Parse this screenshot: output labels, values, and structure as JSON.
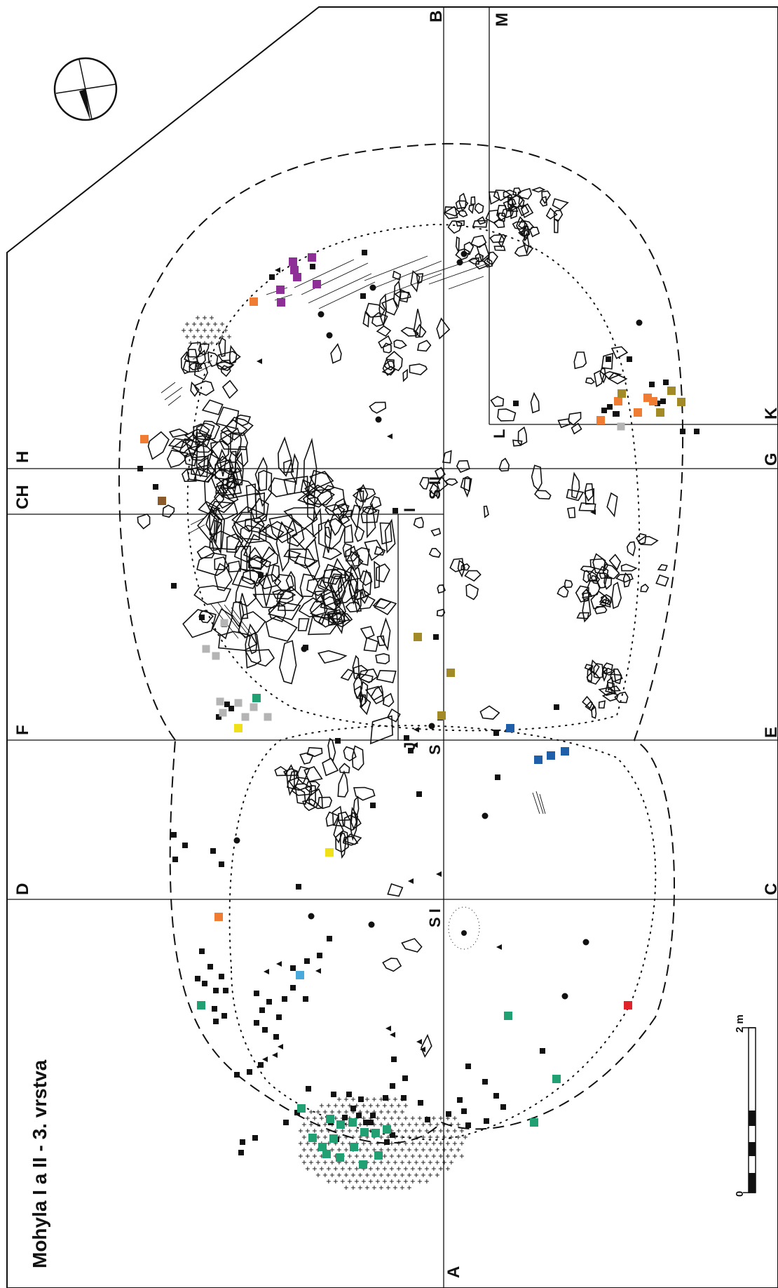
{
  "title": "Mohyla I a II - 3. vrstva",
  "scale_bar": {
    "label": "2 m",
    "zero": "0"
  },
  "grid_labels": {
    "A": "A",
    "B": "B",
    "C": "C",
    "D": "D",
    "E": "E",
    "F": "F",
    "G": "G",
    "H": "H",
    "CH": "CH",
    "K": "K",
    "L": "L",
    "M": "M",
    "I": "I",
    "J": "J",
    "S": "S",
    "SI": "S I",
    "SII": "S II"
  },
  "colors": {
    "purple": "#8e2f98",
    "orange": "#f07b32",
    "olive": "#a28a27",
    "green": "#21a074",
    "blue": "#1f5ea8",
    "lightblue": "#49a8dc",
    "grey": "#b4b4b4",
    "yellow": "#f0e019",
    "brown": "#8b5a2b",
    "red": "#e22229",
    "black": "#111111"
  },
  "icons": {
    "north_arrow": "north-arrow-icon"
  }
}
